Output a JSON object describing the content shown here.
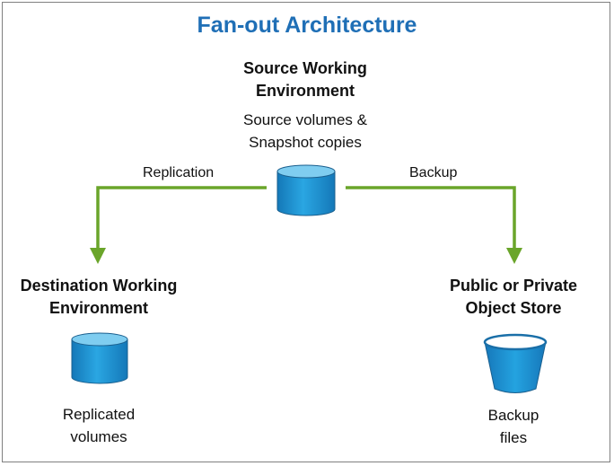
{
  "diagram": {
    "title": "Fan-out Architecture",
    "source": {
      "heading_line1": "Source Working",
      "heading_line2": "Environment",
      "desc_line1": "Source volumes &",
      "desc_line2": "Snapshot copies",
      "icon": "database-cylinder-icon"
    },
    "destination": {
      "heading_line1": "Destination Working",
      "heading_line2": "Environment",
      "desc_line1": "Replicated",
      "desc_line2": "volumes",
      "icon": "database-cylinder-icon"
    },
    "object_store": {
      "heading_line1": "Public or Private",
      "heading_line2": "Object Store",
      "desc_line1": "Backup",
      "desc_line2": "files",
      "icon": "storage-bucket-icon"
    },
    "edges": {
      "replication_label": "Replication",
      "backup_label": "Backup"
    },
    "colors": {
      "title": "#1f6fb6",
      "arrow": "#6aa52a",
      "cylinder_fill": "#1e9ad8",
      "cylinder_top": "#7fcdf0",
      "bucket_fill": "#1e9ad8"
    }
  }
}
